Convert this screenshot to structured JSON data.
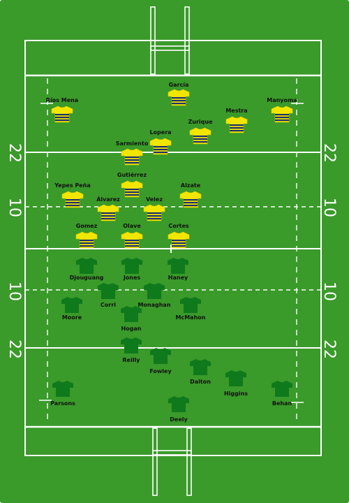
{
  "colors": {
    "grass": "#3a9a2a",
    "lines": "#ffffff",
    "away_shirt": "#f2e600",
    "away_stripe": "#1f2f6e",
    "home_shirt": "#0f7a1c"
  },
  "pitch": {
    "yard_labels": {
      "top22": "22",
      "top10": "10",
      "bottom10": "10",
      "bottom22": "22"
    }
  },
  "teams": [
    {
      "kit": "yellow-blue-hoops",
      "players": [
        {
          "name": "García"
        },
        {
          "name": "Ríos Mena"
        },
        {
          "name": "Manyoma"
        },
        {
          "name": "Mestra"
        },
        {
          "name": "Zurique"
        },
        {
          "name": "Lopera"
        },
        {
          "name": "Sarmiento"
        },
        {
          "name": "Gutiérrez"
        },
        {
          "name": "Yepes Peña"
        },
        {
          "name": "Alzate"
        },
        {
          "name": "Álvarez"
        },
        {
          "name": "Velez"
        },
        {
          "name": "Gomez"
        },
        {
          "name": "Olave"
        },
        {
          "name": "Cortes"
        }
      ]
    },
    {
      "kit": "green",
      "players": [
        {
          "name": "Djouguang"
        },
        {
          "name": "Jones"
        },
        {
          "name": "Haney"
        },
        {
          "name": "Corri"
        },
        {
          "name": "Monaghan"
        },
        {
          "name": "Moore"
        },
        {
          "name": "McMahon"
        },
        {
          "name": "Hogan"
        },
        {
          "name": "Reilly"
        },
        {
          "name": "Fowley"
        },
        {
          "name": "Dalton"
        },
        {
          "name": "Higgins"
        },
        {
          "name": "Parsons"
        },
        {
          "name": "Behan"
        },
        {
          "name": "Deely"
        }
      ]
    }
  ]
}
